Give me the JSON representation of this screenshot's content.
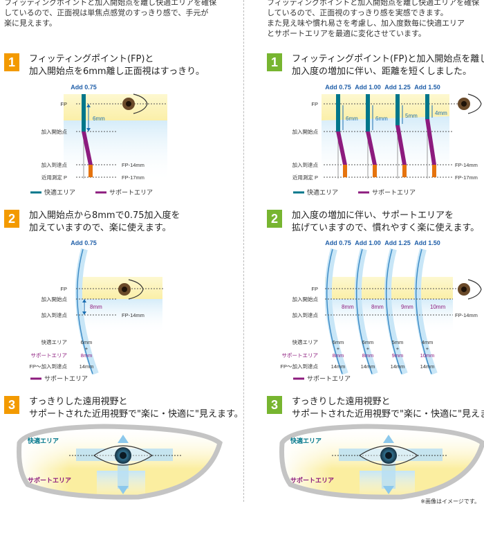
{
  "left": {
    "intro": [
      "フィッティングポイントと加入開始点を離し快適エリアを確保",
      "しているので、正面視は単焦点感覚のすっきり感で、手元が",
      "楽に見えます。"
    ],
    "steps": [
      {
        "num": "1",
        "title": [
          "フィッティングポイント(FP)と",
          "加入開始点を6mm離し正面視はすっきり。"
        ]
      },
      {
        "num": "2",
        "title": [
          "加入開始点から8mmで0.75加入度を",
          "加えていますので、楽に使えます。"
        ]
      },
      {
        "num": "3",
        "title": [
          "すっきりした遠用視野と",
          "サポートされた近用視野で\"楽に・快適に\"見えます。"
        ]
      }
    ],
    "d1": {
      "add": "Add 0.75",
      "fp": "FP",
      "start": "加入開始点",
      "reach": "加入到達点",
      "near": "近用測定 P",
      "dist": "6mm",
      "fp14": "FP-14mm",
      "fp17": "FP-17mm"
    },
    "legend": {
      "comfort": "快適エリア",
      "support": "サポートエリア"
    },
    "d2": {
      "add": "Add 0.75",
      "fp": "FP",
      "start": "加入開始点",
      "reach": "加入到達点",
      "dist": "8mm",
      "fp14": "FP-14mm",
      "rows": [
        {
          "label": "快適エリア",
          "value": "6mm"
        },
        {
          "label": "サポートエリア",
          "value": "8mm"
        },
        {
          "label": "FP〜加入到達点",
          "value": "14mm"
        }
      ],
      "plus": "+"
    },
    "d3": {
      "comfort": "快適エリア",
      "support": "サポートエリア"
    }
  },
  "right": {
    "intro": [
      "フィッティングポイントと加入開始点を離し快適エリアを確保",
      "しているので、正面視のすっきり感を実感できます。",
      "また見え味や慣れ易さを考慮し、加入度数毎に快適エリア",
      "とサポートエリアを最適に変化させています。"
    ],
    "steps": [
      {
        "num": "1",
        "title": [
          "フィッティングポイント(FP)と加入開始点を離し、",
          "加入度の増加に伴い、距離を短くしました。"
        ]
      },
      {
        "num": "2",
        "title": [
          "加入度の増加に伴い、サポートエリアを",
          "拡げていますので、慣れやすく楽に使えます。"
        ]
      },
      {
        "num": "3",
        "title": [
          "すっきりした遠用視野と",
          "サポートされた近用視野で\"楽に・快適に\"見えます。"
        ]
      }
    ],
    "adds": [
      "Add 0.75",
      "Add 1.00",
      "Add 1.25",
      "Add 1.50"
    ],
    "d1": {
      "fp": "FP",
      "start": "加入開始点",
      "reach": "加入到達点",
      "near": "近用測定 P",
      "dists": [
        "6mm",
        "6mm",
        "5mm",
        "4mm"
      ],
      "fp14": "FP-14mm",
      "fp17": "FP-17mm"
    },
    "legend": {
      "comfort": "快適エリア",
      "support": "サポートエリア"
    },
    "d2": {
      "fp": "FP",
      "start": "加入開始点",
      "reach": "加入到達点",
      "dists": [
        "8mm",
        "8mm",
        "9mm",
        "10mm"
      ],
      "fp14": "FP-14mm",
      "rowLabels": [
        "快適エリア",
        "サポートエリア",
        "FP〜加入到達点"
      ],
      "cols": [
        [
          "6mm",
          "8mm",
          "14mm"
        ],
        [
          "6mm",
          "8mm",
          "14mm"
        ],
        [
          "5mm",
          "9mm",
          "14mm"
        ],
        [
          "4mm",
          "10mm",
          "14mm"
        ]
      ],
      "plus": "+"
    },
    "d3": {
      "comfort": "快適エリア",
      "support": "サポートエリア"
    },
    "note": "※画像はイメージです。"
  },
  "colors": {
    "teal": "#00768a",
    "purple": "#8c1b7e",
    "orange": "#e5730e",
    "blue": "#1f5ea8",
    "green": "#77b530",
    "step_orange": "#f39a00"
  }
}
